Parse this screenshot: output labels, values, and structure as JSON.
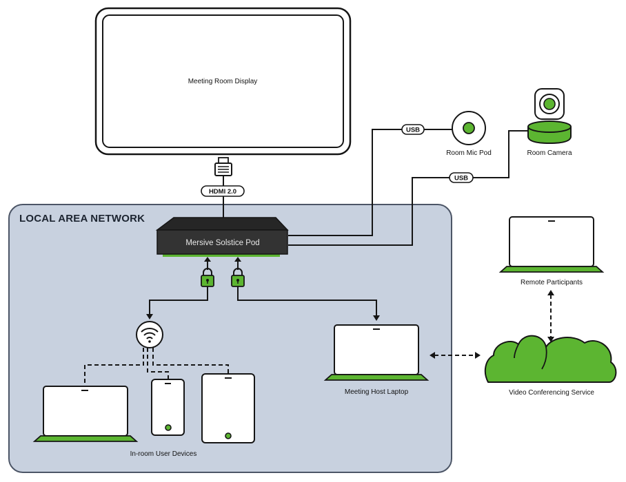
{
  "colors": {
    "green": "#5cb531",
    "lan_fill": "#c8d1df",
    "lan_stroke": "#4c5566",
    "device_stroke": "#151515",
    "pod_fill": "#2e2e2e"
  },
  "network": {
    "title": "LOCAL AREA NETWORK"
  },
  "nodes": {
    "display": "Meeting Room Display",
    "hdmi": "HDMI 2.0",
    "pod": "Mersive Solstice Pod",
    "mic": "Room Mic Pod",
    "camera": "Room Camera",
    "usb_mic": "USB",
    "usb_camera": "USB",
    "remote": "Remote Participants",
    "cloud": "Video Conferencing Service",
    "host_laptop": "Meeting Host Laptop",
    "user_devices": "In-room User Devices"
  },
  "icons": [
    "hdmi-connector-icon",
    "lock-icon",
    "wifi-icon",
    "laptop-icon",
    "phone-icon",
    "tablet-icon",
    "cloud-icon",
    "camera-icon",
    "microphone-icon"
  ]
}
